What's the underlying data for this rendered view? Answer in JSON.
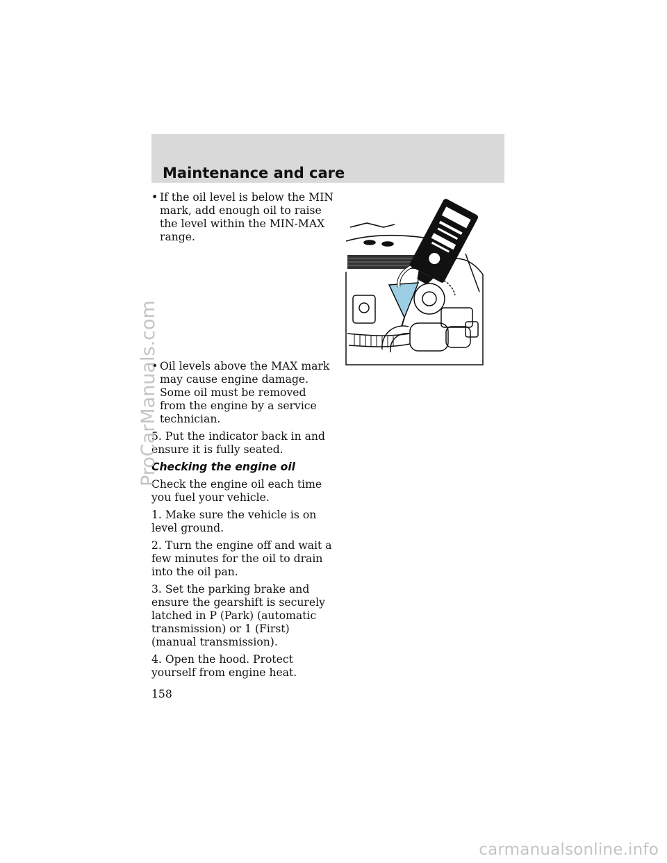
{
  "header": {
    "title": "Maintenance and care"
  },
  "content": {
    "bullet_1": "If the oil level is below the MIN mark, add enough oil to raise the level within the MIN-MAX range.",
    "bullet_2": "Oil levels above the MAX mark may cause engine damage. Some oil must be removed from the engine by a service technician.",
    "step_5": "5. Put the indicator back in and ensure it is fully seated.",
    "section_heading": "Checking the engine oil",
    "intro": "Check the engine oil each time you fuel your vehicle.",
    "step_1": "1. Make sure the vehicle is on level ground.",
    "step_2": "2. Turn the engine off and wait a few minutes for the oil to drain into the oil pan.",
    "step_3": "3. Set the parking brake and ensure the gearshift is securely latched in P (Park) (automatic transmission) or 1 (First) (manual transmission).",
    "step_4": "4. Open the hood. Protect yourself from engine heat."
  },
  "page_number": "158",
  "watermark": "ProCarManuals.com",
  "footer_watermark": "carmanualsonline.info",
  "colors": {
    "header_band": "#d9d9d9",
    "watermark": "#c4c4c4",
    "funnel": "#9ccfe6"
  }
}
